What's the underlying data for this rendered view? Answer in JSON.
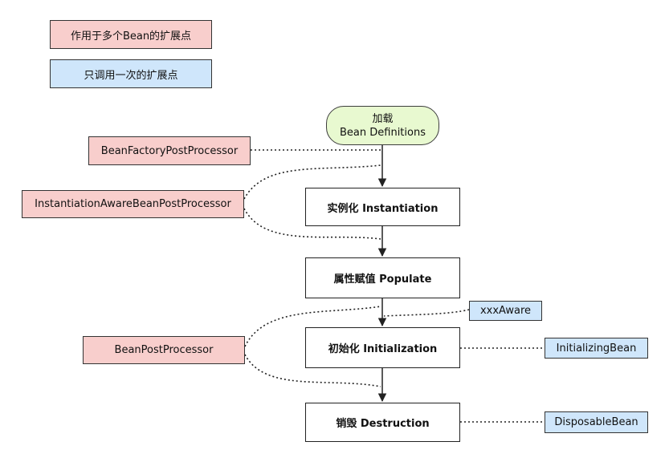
{
  "legend": {
    "multi_bean_label": "作用于多个Bean的扩展点",
    "single_call_label": "只调用一次的扩展点"
  },
  "start_node": {
    "line1": "加载",
    "line2": "Bean Definitions"
  },
  "stages": [
    "实例化 Instantiation",
    "属性赋值 Populate",
    "初始化 Initialization",
    "销毁 Destruction"
  ],
  "processors": {
    "bean_factory_post_processor": "BeanFactoryPostProcessor",
    "instantiation_aware_bean_post_processor": "InstantiationAwareBeanPostProcessor",
    "bean_post_processor": "BeanPostProcessor"
  },
  "callbacks": {
    "aware": "xxxAware",
    "initializing_bean": "InitializingBean",
    "disposable_bean": "DisposableBean"
  },
  "colors": {
    "multi_bean_fill": "#f8cecc",
    "single_call_fill": "#cfe6fb",
    "start_fill": "#e8f9d0"
  }
}
